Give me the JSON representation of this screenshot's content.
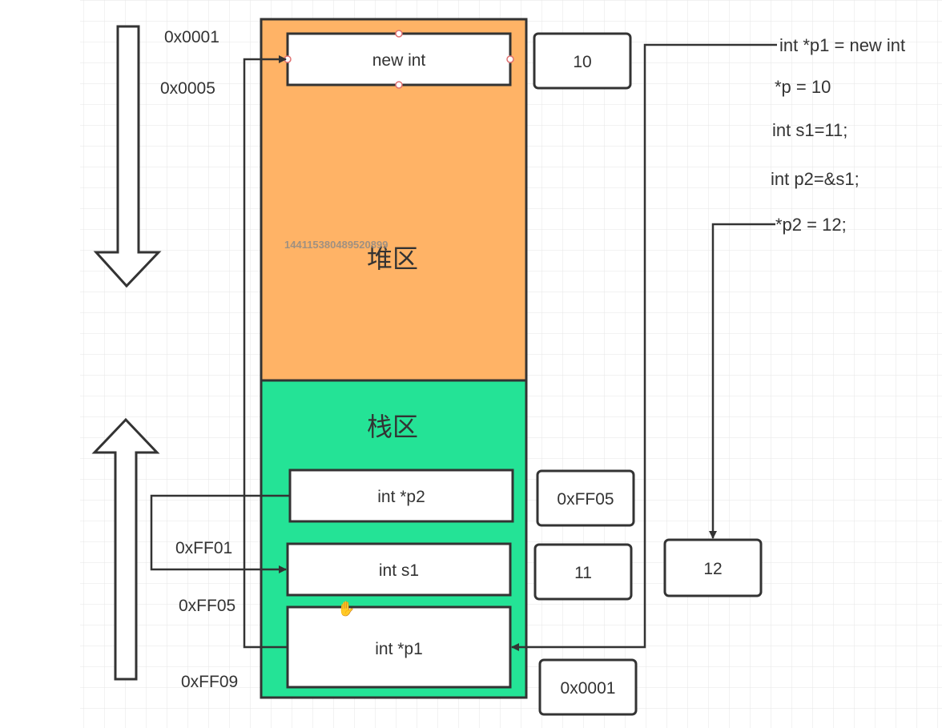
{
  "colors": {
    "heap": "#FFB366",
    "stack": "#24E396",
    "stroke": "#333333"
  },
  "zones": {
    "heap": "堆区",
    "stack": "栈区"
  },
  "watermark": "144115380489520899",
  "heap_box": {
    "label": "new int",
    "value": "10"
  },
  "stack_boxes": [
    {
      "label": "int *p2",
      "value": "0xFF05"
    },
    {
      "label": "int s1",
      "value": "11"
    },
    {
      "label": "int *p1",
      "value": "0x0001"
    }
  ],
  "result_box": "12",
  "addresses": [
    "0x0001",
    "0x0005",
    "0xFF01",
    "0xFF05",
    "0xFF09"
  ],
  "code_lines": [
    "int *p1 = new int",
    "*p = 10",
    "int s1=11;",
    "int p2=&s1;",
    "*p2 = 12;"
  ],
  "arrows": {
    "left_top": "down",
    "left_bottom": "up"
  }
}
